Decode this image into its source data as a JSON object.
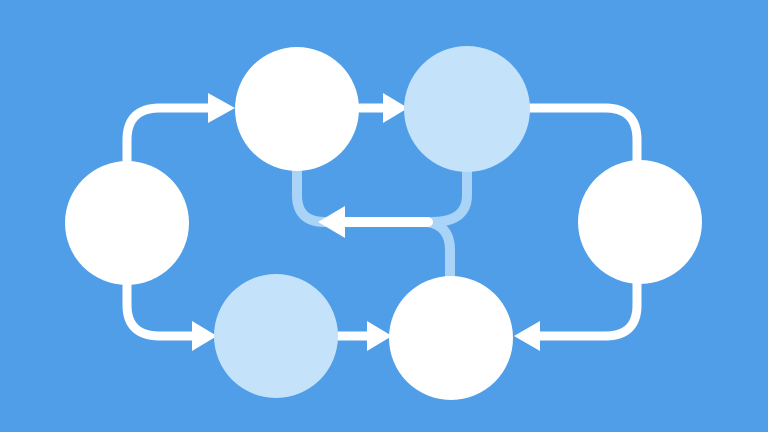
{
  "colors": {
    "background": "#509ee8",
    "node_white": "#ffffff",
    "node_light": "#c4e2fa",
    "connector_white": "#ffffff",
    "connector_light": "#a9d3f7"
  },
  "nodes": [
    {
      "id": "left",
      "fill": "white"
    },
    {
      "id": "top-1",
      "fill": "white"
    },
    {
      "id": "top-2",
      "fill": "light"
    },
    {
      "id": "right",
      "fill": "white"
    },
    {
      "id": "bottom-1",
      "fill": "light"
    },
    {
      "id": "bottom-2",
      "fill": "white"
    }
  ],
  "edges": [
    {
      "from": "left",
      "to": "top-1"
    },
    {
      "from": "top-1",
      "to": "top-2"
    },
    {
      "from": "top-2",
      "to": "right"
    },
    {
      "from": "right",
      "to": "bottom-2"
    },
    {
      "from": "left",
      "to": "bottom-1"
    },
    {
      "from": "bottom-1",
      "to": "bottom-2"
    },
    {
      "from": "top-2",
      "to": "top-1",
      "via": "center"
    },
    {
      "from": "bottom-2",
      "to": "center"
    }
  ]
}
